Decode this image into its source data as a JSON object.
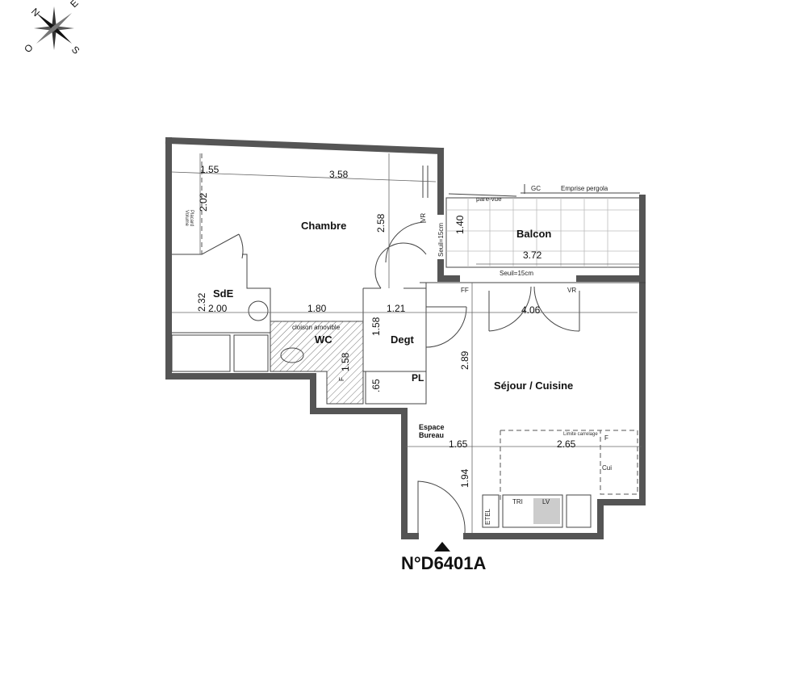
{
  "compass": {
    "n": "N",
    "e": "E",
    "s": "S",
    "o": "O"
  },
  "rooms": {
    "chambre": "Chambre",
    "sde": "SdE",
    "wc": "WC",
    "degt": "Degt",
    "pl": "PL",
    "balcon": "Balcon",
    "sejour": "Séjour / Cuisine",
    "espace_bureau_1": "Espace",
    "espace_bureau_2": "Bureau"
  },
  "annotations": {
    "volume_placard_1": "Volume",
    "volume_placard_2": "Placard",
    "cloison": "cloison amovible",
    "vr_chambre": "VR",
    "seuil_chambre": "Seuil=15cm",
    "seuil_balcon": "Seuil=15cm",
    "pare_vue": "pare-vue",
    "gc": "GC",
    "pergola": "Emprise pergola",
    "ff": "FF",
    "vr_sejour": "VR",
    "limite_carrelage": "Limite carrelage",
    "f": "F",
    "cui": "Cui",
    "tri": "TRI",
    "lv": "LV",
    "etel": "ETEL",
    "wc_f": "F"
  },
  "dimensions": {
    "d155": "1.55",
    "d358": "3.58",
    "d202": "2.02",
    "d258": "2.58",
    "d232": "2.32",
    "d200": "2.00",
    "d180": "1.80",
    "d121": "1.21",
    "d158a": "1.58",
    "d158b": "1.58",
    "d065": ".65",
    "d140": "1.40",
    "d372": "3.72",
    "d406": "4.06",
    "d289": "2.89",
    "d165": "1.65",
    "d265": "2.65",
    "d194": "1.94"
  },
  "lot_number": "N°D6401A"
}
